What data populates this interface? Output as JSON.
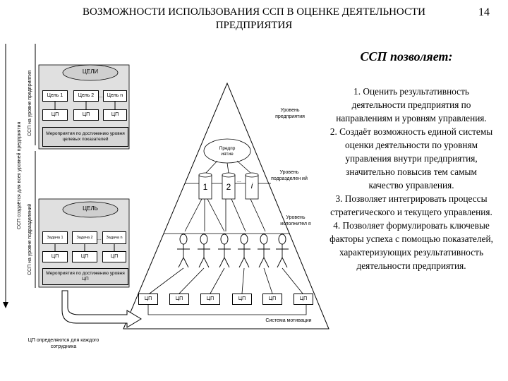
{
  "header": {
    "title": "ВОЗМОЖНОСТИ ИСПОЛЬЗОВАНИЯ ССП В ОЦЕНКЕ ДЕЯТЕЛЬНОСТИ ПРЕДПРИЯТИЯ",
    "page_number": "14"
  },
  "side": {
    "all_levels": "ССП создаётся для всех уровней предприятия",
    "enterprise_level": "ССП на уровне предприятия",
    "division_level": "ССП на уровне подразделений"
  },
  "diagram": {
    "goals_title": "ЦЕЛИ",
    "goals": [
      "Цель 1",
      "Цель 2",
      "Цель n"
    ],
    "goals_dots": "...",
    "tp_top": [
      "ЦП",
      "ЦП",
      "ЦП"
    ],
    "measures_top": "Мероприятия по достижению уровня целевых показателей",
    "level_enterprise": "Уровень предприятия",
    "enterprise_node": "Предпр иятие",
    "level_division": "Уровень подразделен ий",
    "divisions": [
      "1",
      "2",
      "i"
    ],
    "divisions_dots": "...",
    "goal_title": "ЦЕЛЬ",
    "tasks": [
      "Задача 1",
      "Задача 2",
      "Задача n"
    ],
    "tasks_dots": "...",
    "tp_mid": [
      "ЦП",
      "ЦП",
      "ЦП"
    ],
    "measures_bottom": "Мероприятия по достижению уровня ЦП",
    "level_executor": "Уровень исполнител я",
    "tp_bottom": [
      "ЦП",
      "ЦП",
      "ЦП",
      "ЦП",
      "ЦП",
      "ЦП"
    ],
    "motivation": "Система мотивации",
    "per_employee": "ЦП определяются для каждого сотрудника"
  },
  "right_panel": {
    "heading": "ССП позволяет:",
    "points": [
      "1. Оценить результативность деятельности предприятия по направлениям и уровням управления.",
      "2. Создаёт возможность единой системы оценки деятельности по уровням управления внутри предприятия, значительно повысив тем самым качество управления.",
      "3. Позволяет интегрировать процессы стратегического и текущего управления.",
      "4. Позволяет формулировать ключевые факторы успеха с помощью показателей, характеризующих результативность деятельности предприятия."
    ]
  }
}
